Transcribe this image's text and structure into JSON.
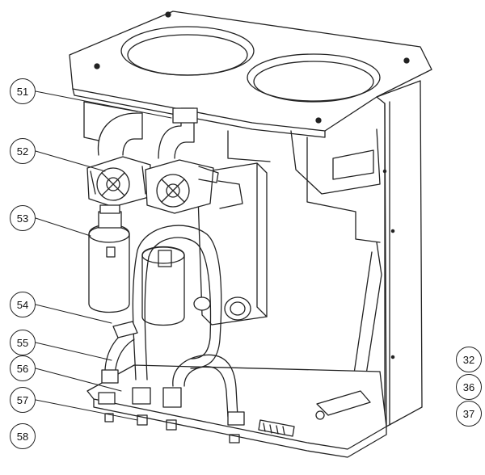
{
  "callouts": {
    "c51": "51",
    "c52": "52",
    "c53": "53",
    "c54": "54",
    "c55": "55",
    "c56": "56",
    "c57": "57",
    "c58": "58",
    "c32": "32",
    "c36": "36",
    "c37": "37"
  }
}
